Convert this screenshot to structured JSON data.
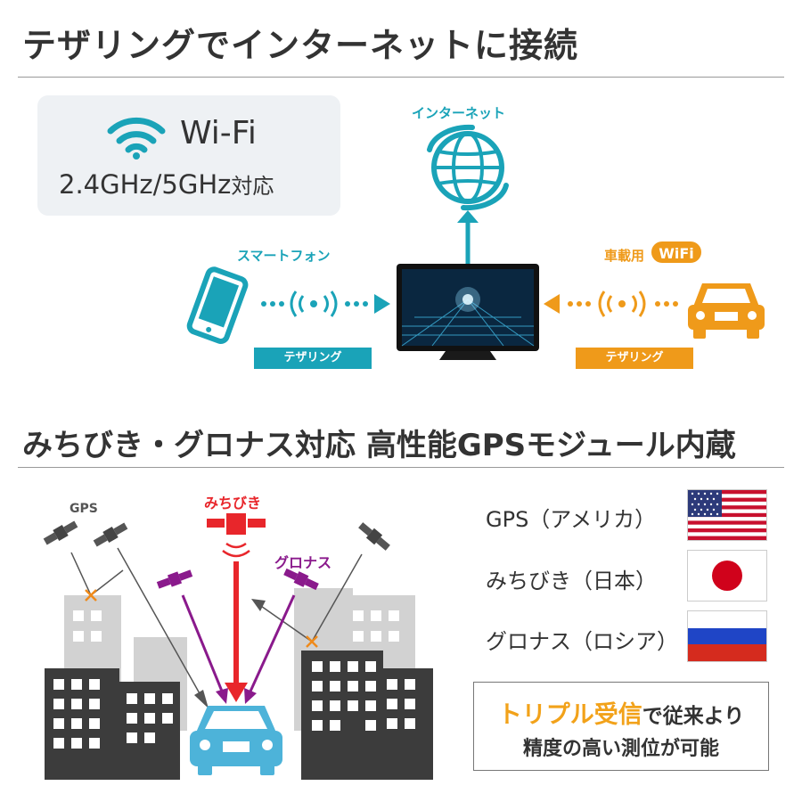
{
  "section1": {
    "title": "テザリングでインターネットに接続",
    "wifi_box": {
      "title": "Wi-Fi",
      "bands": "2.4GHz/5GHz",
      "bands_suffix": "対応"
    },
    "internet_label": "インターネット",
    "smartphone_label": "スマートフォン",
    "car_wifi_label": "車載用",
    "car_wifi_badge": "WiFi",
    "tether_left": "テザリング",
    "tether_right": "テザリング"
  },
  "section2": {
    "title": "みちびき・グロナス対応 高性能GPSモジュール内蔵",
    "diagram": {
      "gps_label": "GPS",
      "michibiki_label": "みちびき",
      "glonass_label": "グロナス"
    },
    "systems": [
      {
        "label": "GPS（アメリカ）",
        "flag": "usa-flag"
      },
      {
        "label": "みちびき（日本）",
        "flag": "japan-flag"
      },
      {
        "label": "グロナス（ロシア）",
        "flag": "russia-flag"
      }
    ],
    "triple": {
      "accent": "トリプル受信",
      "line1_rest": "で従来より",
      "line2": "精度の高い測位が可能"
    }
  },
  "colors": {
    "teal": "#1aa3b8",
    "orange": "#ef9a1a",
    "red": "#e8262b",
    "purple": "#8a1a8c",
    "building_dark": "#3c3c3c",
    "building_light": "#d2d2d2",
    "car_blue": "#4db3d9"
  }
}
